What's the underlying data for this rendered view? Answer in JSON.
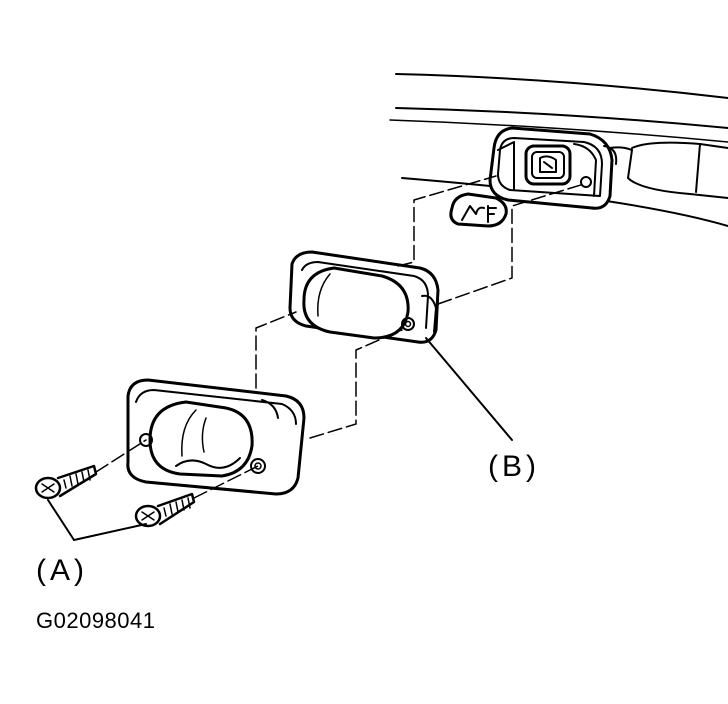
{
  "labels": {
    "screws": "(A)",
    "lens_gasket": "(B)"
  },
  "figure_code": "G02098041",
  "parts": {
    "screws": "screw-icon",
    "lens": "license-lamp-lens",
    "gasket": "lamp-gasket",
    "socket": "bulb-socket",
    "bulb": "bulb",
    "bumper": "rear-bumper-mount"
  },
  "colors": {
    "ink": "#000000",
    "paper": "#ffffff",
    "lens_fill": "#ffffff"
  }
}
